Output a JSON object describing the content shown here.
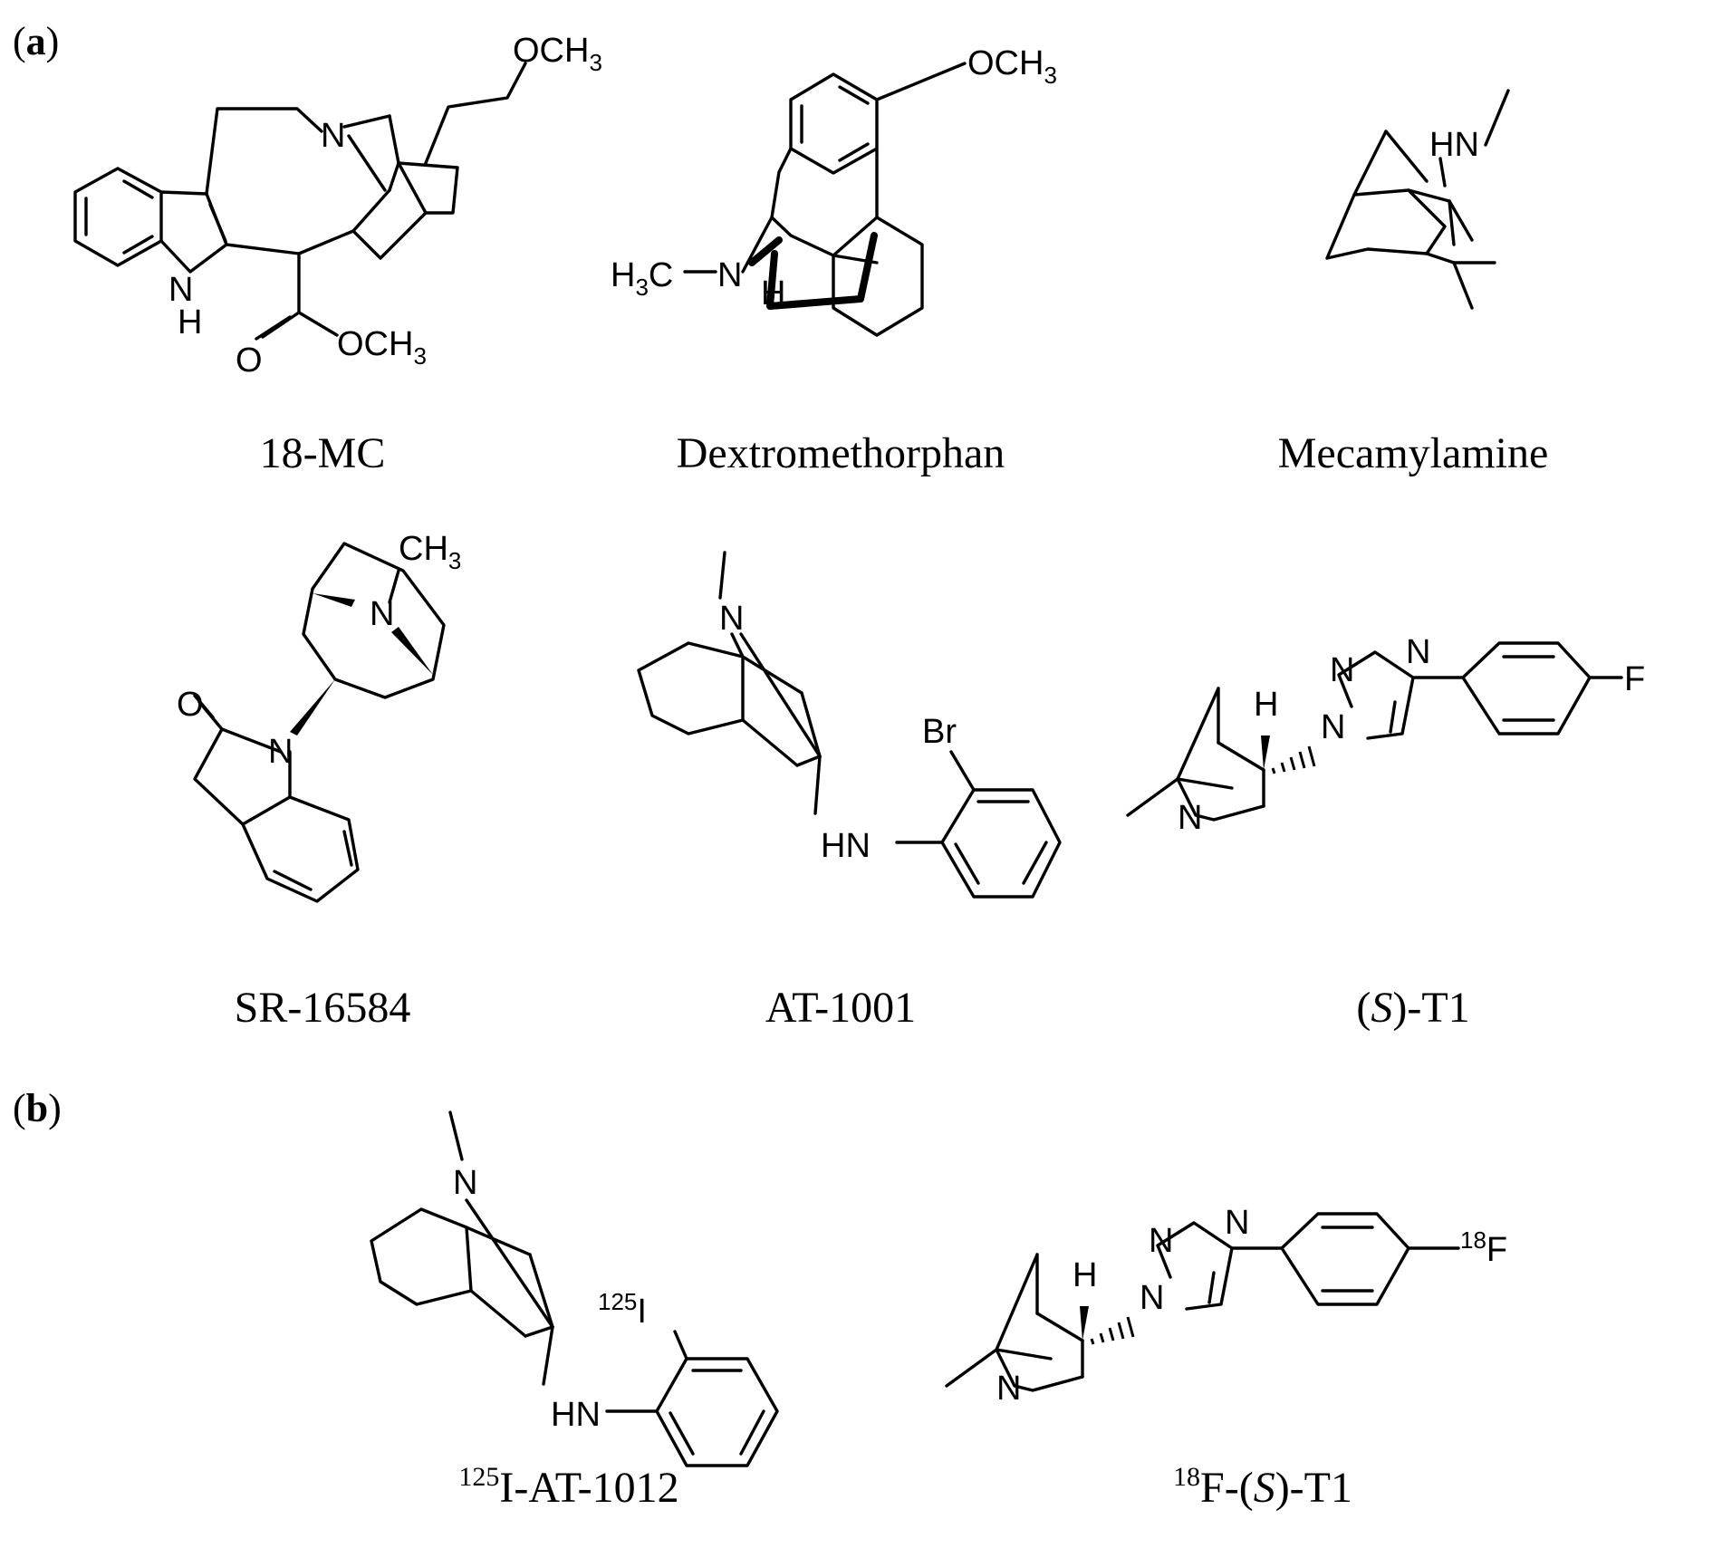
{
  "figure": {
    "panels": [
      {
        "label_open": "(",
        "label_letter": "a",
        "label_close": ")"
      },
      {
        "label_open": "(",
        "label_letter": "b",
        "label_close": ")"
      }
    ],
    "compounds": [
      {
        "name": "18-MC"
      },
      {
        "name": "Dextromethorphan"
      },
      {
        "name": "Mecamylamine"
      },
      {
        "name": "SR-16584"
      },
      {
        "name": "AT-1001"
      },
      {
        "name_open": "(",
        "name_italic": "S",
        "name_rest": ")-T1"
      },
      {
        "name_sup": "125",
        "name_rest": "I-AT-1012"
      },
      {
        "name_sup": "18",
        "name_pre": "F-(",
        "name_italic": "S",
        "name_rest": ")-T1"
      }
    ],
    "atoms": {
      "och3_o": "OCH",
      "och3_sub": "3",
      "n": "N",
      "nh_n": "N",
      "nh_h": "H",
      "hn": "HN",
      "h": "H",
      "o": "O",
      "ome_a": "OCH",
      "ome_sub": "3",
      "h3c_h": "H",
      "h3c_sub": "3",
      "h3c_c": "C",
      "ch3": "CH",
      "ch3_sub": "3",
      "br": "Br",
      "f": "F",
      "i": "I",
      "iso_125": "125",
      "iso_18": "18"
    }
  }
}
